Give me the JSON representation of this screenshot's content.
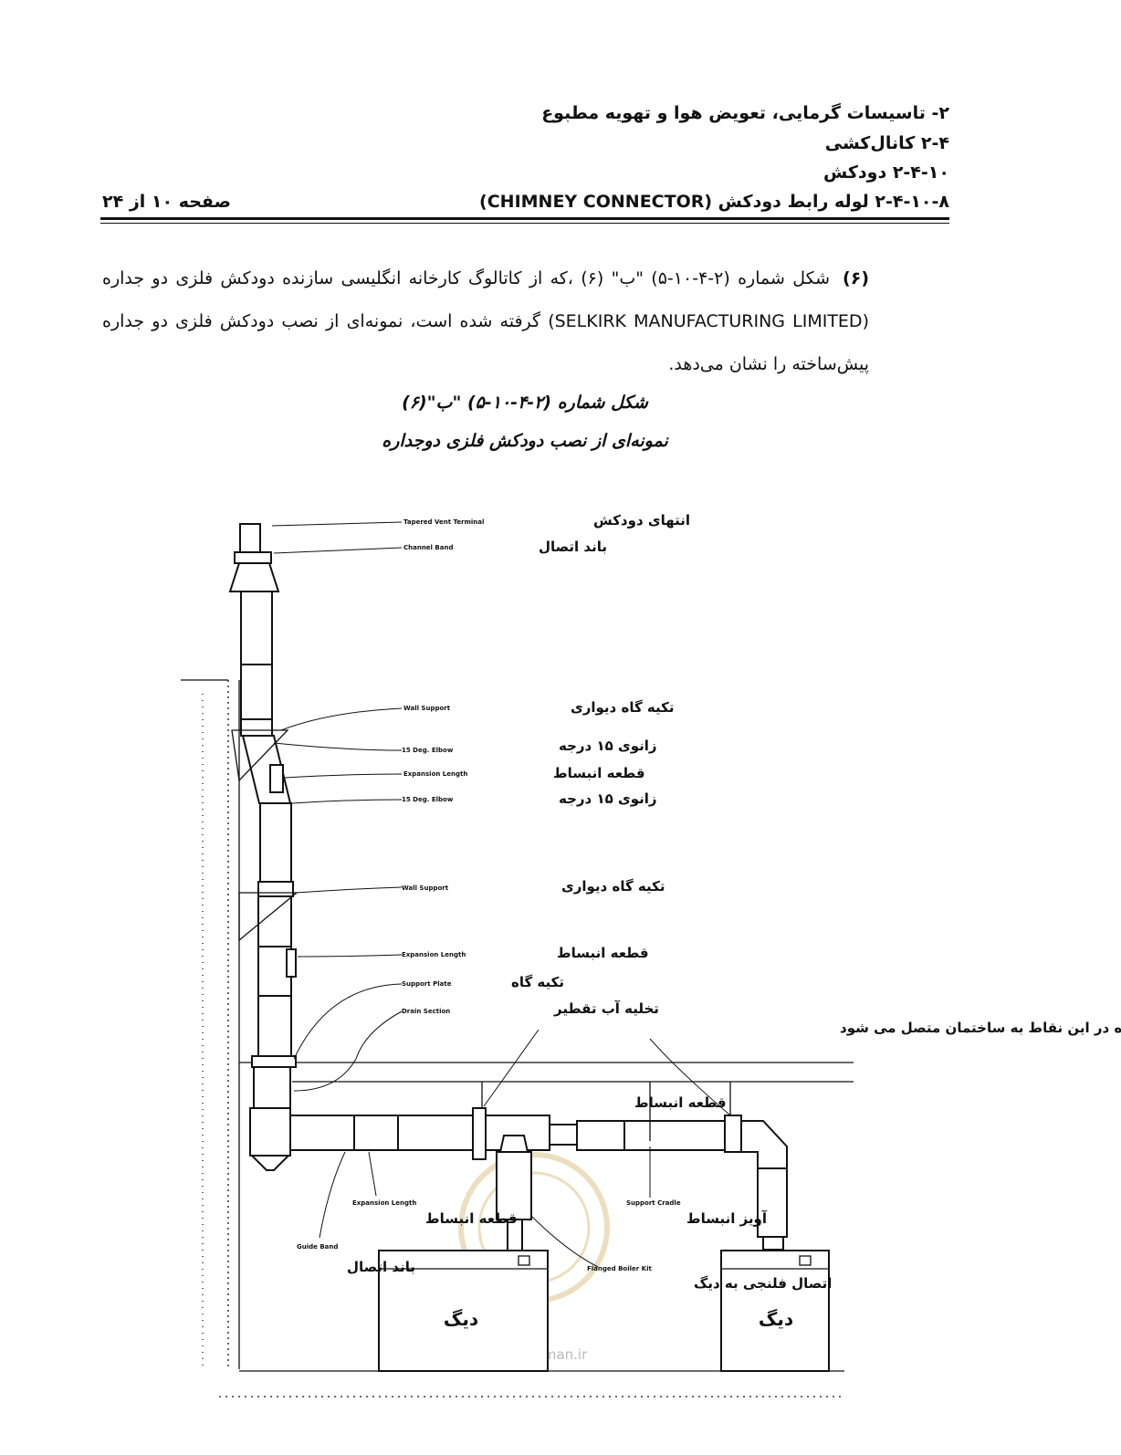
{
  "header": {
    "line1": "۲- تاسیسات گرمایی، تعویض هوا و تهویه مطبوع",
    "line2": "۲-۴ کانال‌کشی",
    "line3": "۲-۴-۱۰ دودکش",
    "line4": "۲-۴-۱۰-۸ لوله رابط دودکش (CHIMNEY CONNECTOR)",
    "page": "صفحه ۱۰ از ۲۴"
  },
  "paragraph": {
    "number": "(۶)",
    "text": "شکل شماره (۲-۴-۱۰-۵) \"ب\" (۶) ،که از کاتالوگ کارخانه انگلیسی سازنده دودکش فلزی دو جداره (SELKIRK MANUFACTURING LIMITED) گرفته شده است، نمونه‌ای از نصب دودکش فلزی دو جداره پیش‌ساخته را نشان می‌دهد."
  },
  "figure": {
    "caption1": "شکل شماره (۲-۴-۱۰-۵) \"ب\"(۶)",
    "caption2": "نمونه‌ای از نصب دودکش فلزی دوجداره"
  },
  "diagram_labels": {
    "terminal": {
      "en": "Tapered Vent Terminal",
      "fa": "انتهای دودکش"
    },
    "channel_band": {
      "en": "Channel Band",
      "fa": "باند اتصال"
    },
    "wall_support_1": {
      "en": "Wall Support",
      "fa": "تکیه گاه دیواری"
    },
    "elbow_1": {
      "en": "15 Deg. Elbow",
      "fa": "زانوی ۱۵ درجه"
    },
    "expansion_1": {
      "en": "Expansion Length",
      "fa": "قطعه انبساط"
    },
    "elbow_2": {
      "en": "15 Deg. Elbow",
      "fa": "زانوی ۱۵ درجه"
    },
    "wall_support_2": {
      "en": "Wall Support",
      "fa": "تکیه گاه دیواری"
    },
    "expansion_2": {
      "en": "Expansion Length",
      "fa": "قطعه انبساط"
    },
    "support_plate": {
      "en": "Support Plate",
      "fa": "تکیه گاه"
    },
    "drain_section": {
      "en": "Drain Section",
      "fa": "تخلیه آب تقطیر"
    },
    "structure_note": "تکیه گاه در این نقاط به ساختمان متصل می شود",
    "expansion_h": "قطعه انبساط",
    "expansion_3": {
      "en": "Expansion Length",
      "fa": "قطعه انبساط"
    },
    "support_cradle": {
      "en": "Support Cradle",
      "fa": "آویز انبساط"
    },
    "guide_band": {
      "en": "Guide Band",
      "fa": "باند اتصال"
    },
    "flanged_boiler": {
      "en": "Flanged Boiler Kit",
      "fa": "اتصال فلنجی به دیگ"
    },
    "boiler_1": "دیگ",
    "boiler_2": "دیگ"
  },
  "watermark": "omoorepeyman.ir"
}
